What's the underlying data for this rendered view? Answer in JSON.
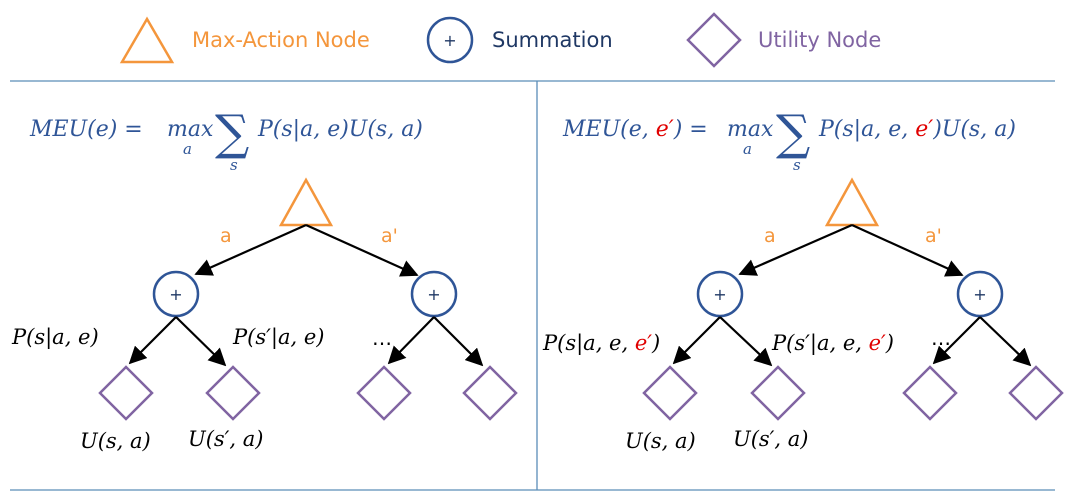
{
  "legend": {
    "max_action": "Max-Action Node",
    "summation": "Summation",
    "utility": "Utility Node",
    "summation_symbol": "+"
  },
  "colors": {
    "max_action": "#f4963c",
    "summation_stroke": "#2f5597",
    "utility": "#8064a2",
    "equation": "#2f5597",
    "highlight": "#e00000",
    "divider": "#5b8db8"
  },
  "left": {
    "equation": {
      "lhs": "MEU(e) = ",
      "max": "max",
      "max_sub": "a",
      "sigma": "∑",
      "sigma_sub": "s",
      "rhs": "P(s|a, e)U(s, a)"
    },
    "tree": {
      "edge_a": "a",
      "edge_a_prime": "a'",
      "plus": "+",
      "prob_left": "P(s|a, e)",
      "prob_right": "P(s′|a, e)",
      "ellipsis": "…",
      "util_left": "U(s, a)",
      "util_right": "U(s′, a)"
    }
  },
  "right": {
    "equation": {
      "lhs_pre": "MEU(e, ",
      "lhs_red": "e′",
      "lhs_post": ") = ",
      "max": "max",
      "max_sub": "a",
      "sigma": "∑",
      "sigma_sub": "s",
      "rhs_pre": "P(s|a, e, ",
      "rhs_red": "e′",
      "rhs_post": ")U(s, a)"
    },
    "tree": {
      "edge_a": "a",
      "edge_a_prime": "a'",
      "plus": "+",
      "prob_left_pre": "P(s|a, e, ",
      "prob_left_red": "e′",
      "prob_left_post": ")",
      "prob_right_pre": "P(s′|a, e, ",
      "prob_right_red": "e′",
      "prob_right_post": ")",
      "ellipsis": "…",
      "util_left": "U(s, a)",
      "util_right": "U(s′, a)"
    }
  }
}
